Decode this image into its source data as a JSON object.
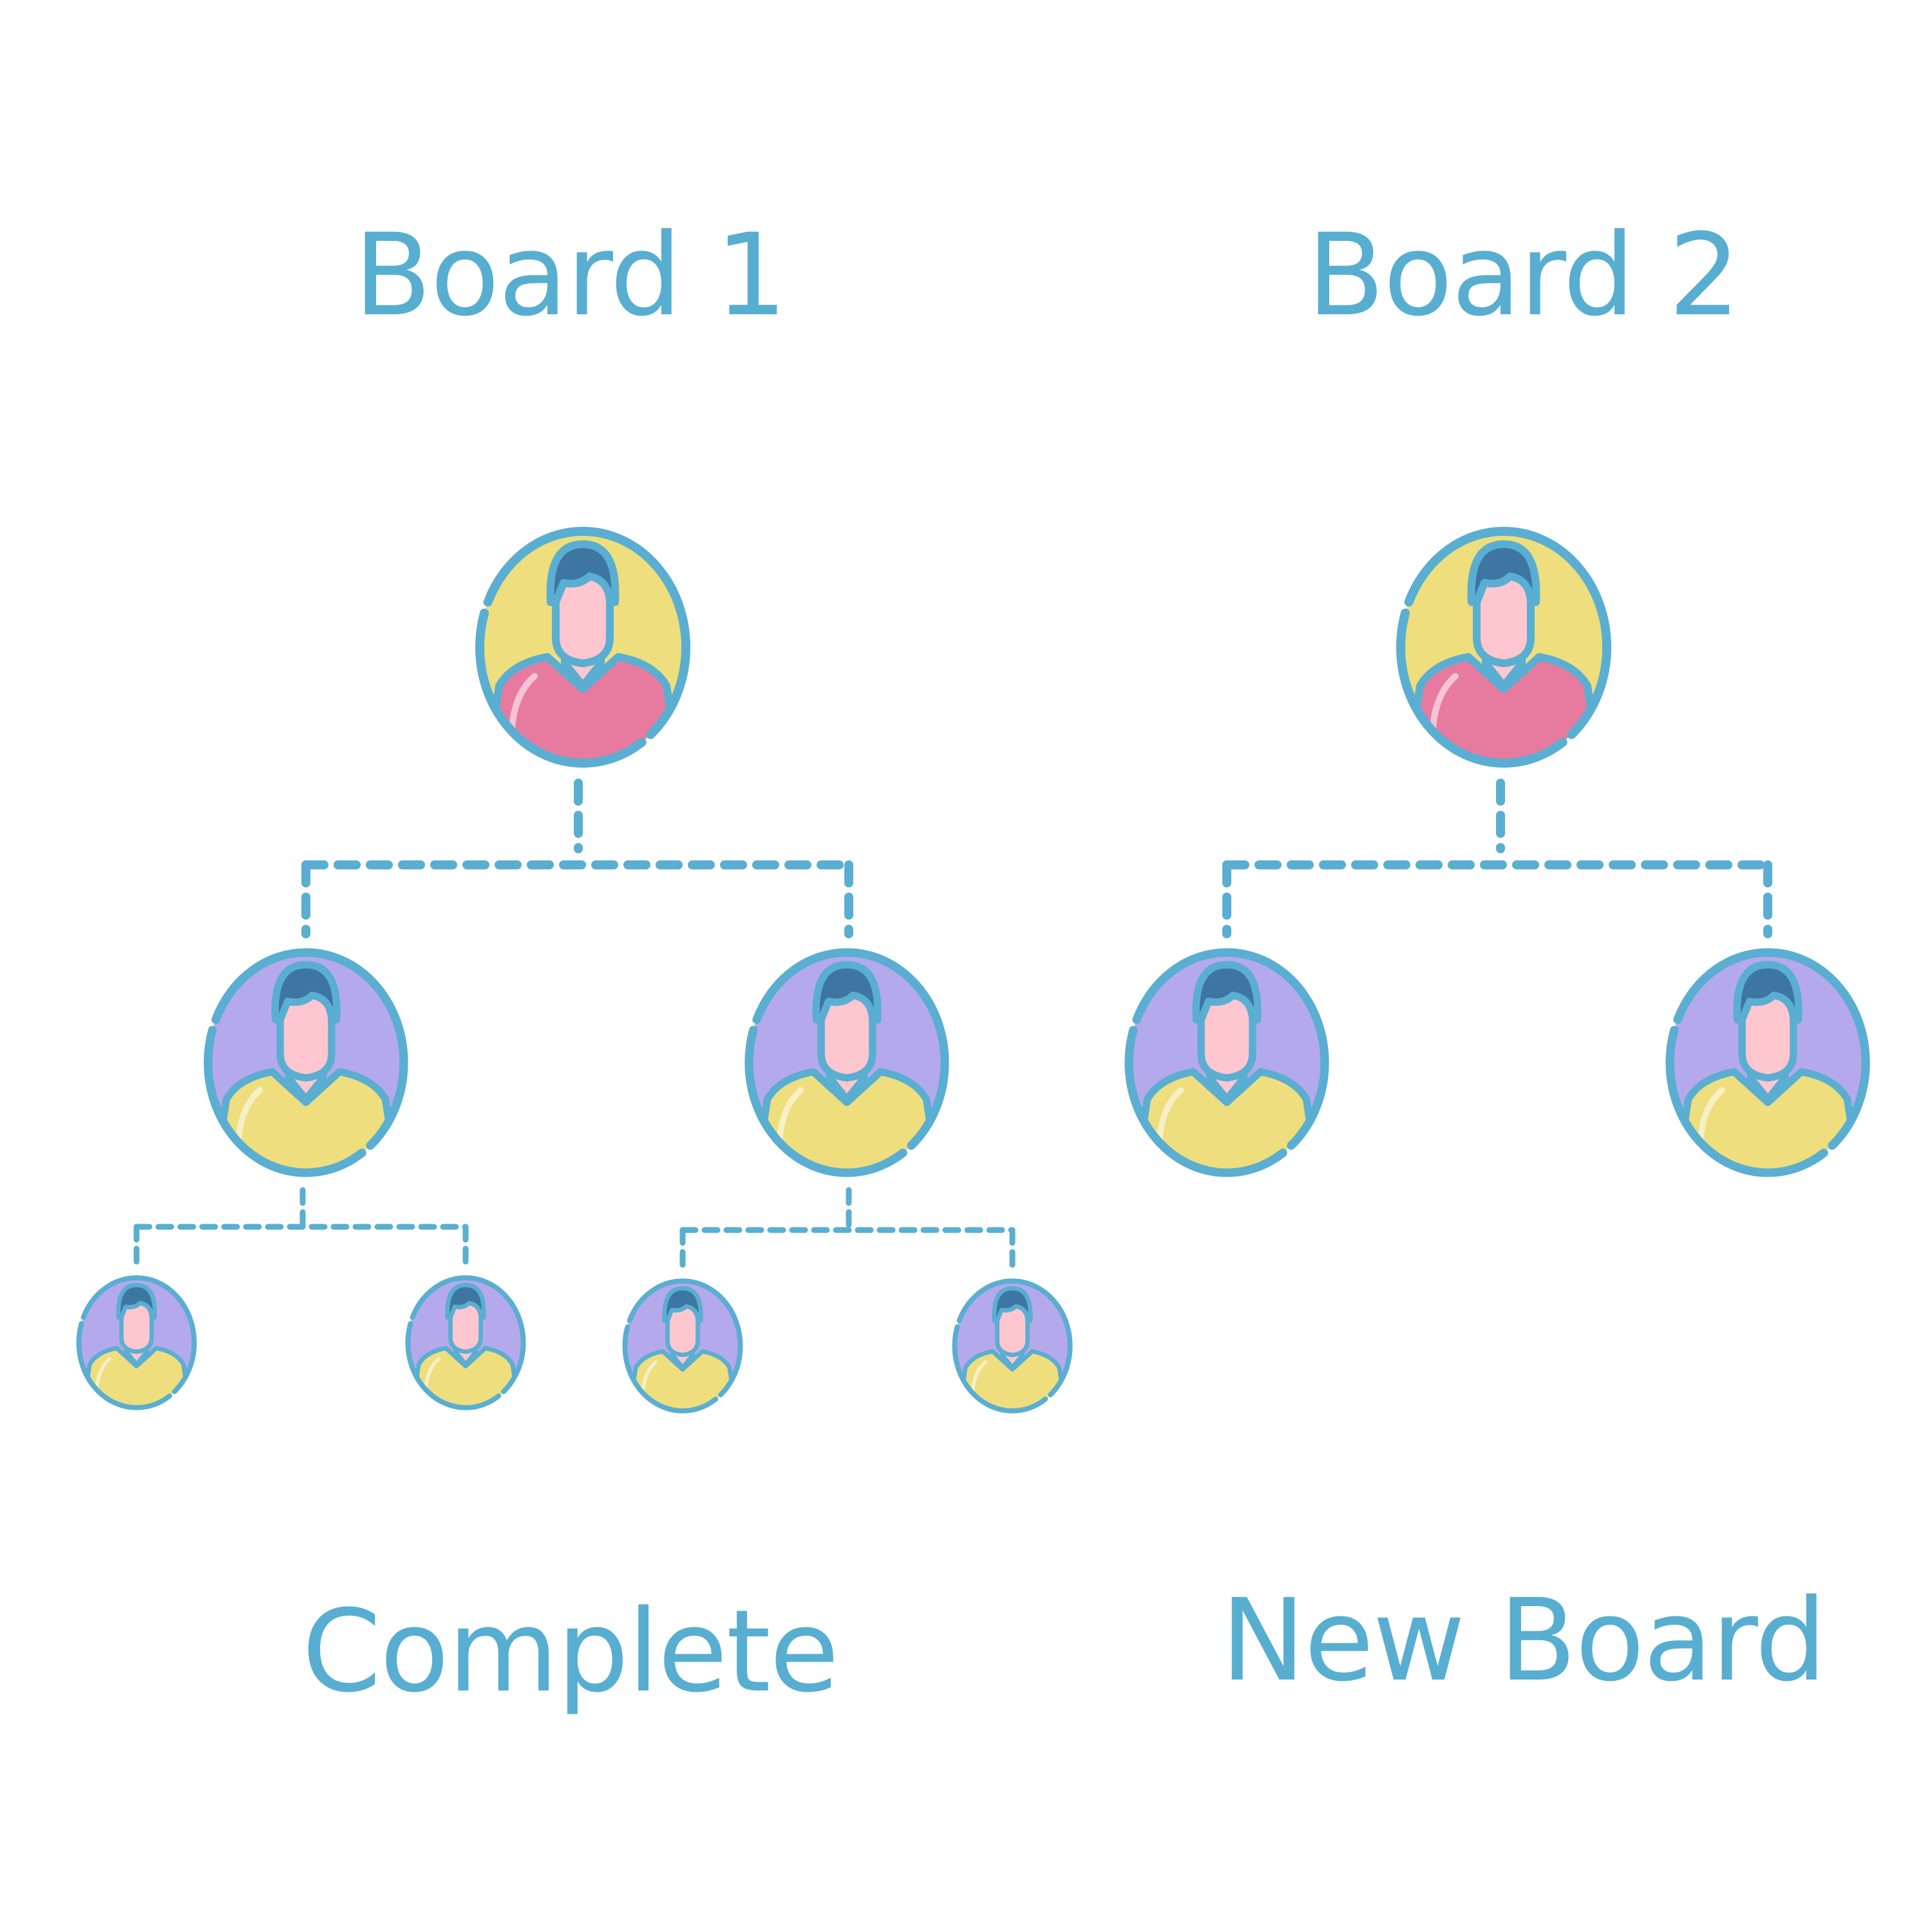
{
  "colors": {
    "outline": "#5aaed2",
    "hair": "#3e76a2",
    "skin": "#fec6cf",
    "root_bg": "#eede7d",
    "root_shirt": "#e77b9f",
    "child_bg": "#b4a9eb",
    "child_shirt": "#eede7d",
    "text": "#58aed1",
    "background": "#ffffff"
  },
  "boards": [
    {
      "title": "Board 1",
      "status": "Complete",
      "tree": {
        "root": "person-icon",
        "levels": 3,
        "children_per_node": 2
      }
    },
    {
      "title": "Board 2",
      "status": "New Board",
      "tree": {
        "root": "person-icon",
        "levels": 2,
        "children_per_node": 2
      }
    }
  ]
}
